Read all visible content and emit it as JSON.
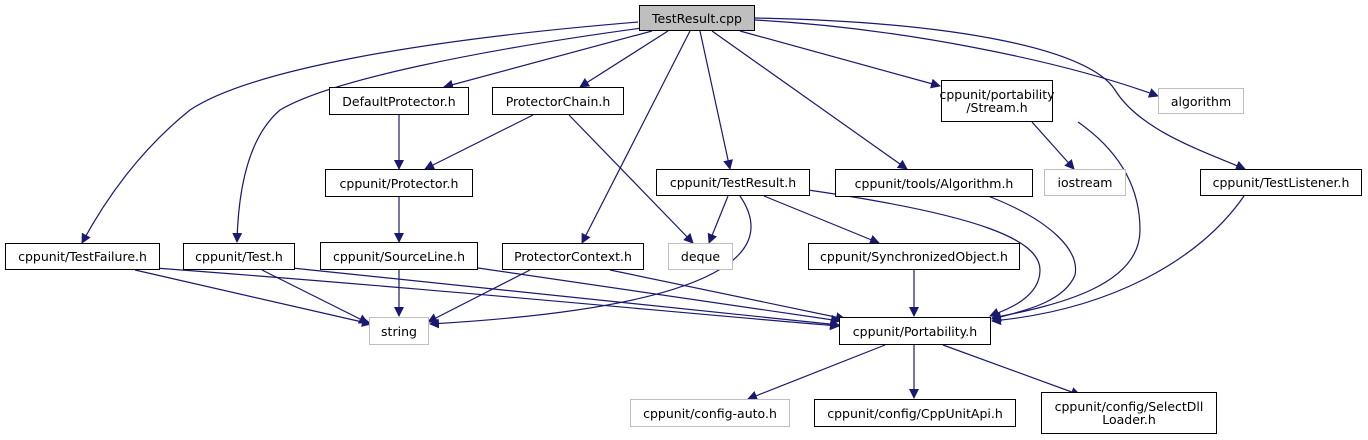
{
  "colors": {
    "edge": "#191970",
    "node_border": "#000000",
    "external_border": "#bfbfbf",
    "root_fill": "#bfbfbf",
    "background": "#ffffff"
  },
  "nodes": {
    "testresult_cpp": "TestResult.cpp",
    "default_protector": "DefaultProtector.h",
    "protector_chain": "ProtectorChain.h",
    "stream": "cppunit/portability\n/Stream.h",
    "algorithm": "algorithm",
    "protector": "cppunit/Protector.h",
    "testresult_h": "cppunit/TestResult.h",
    "tools_algorithm": "cppunit/tools/Algorithm.h",
    "iostream": "iostream",
    "test_listener": "cppunit/TestListener.h",
    "test_failure": "cppunit/TestFailure.h",
    "test": "cppunit/Test.h",
    "source_line": "cppunit/SourceLine.h",
    "protector_context": "ProtectorContext.h",
    "deque": "deque",
    "synchronized_object": "cppunit/SynchronizedObject.h",
    "string": "string",
    "portability": "cppunit/Portability.h",
    "config_auto": "cppunit/config-auto.h",
    "cppunit_api": "cppunit/config/CppUnitApi.h",
    "select_dll_loader": "cppunit/config/SelectDll\nLoader.h"
  }
}
